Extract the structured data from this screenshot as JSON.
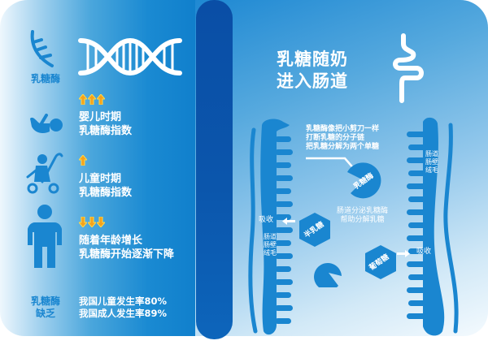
{
  "left": {
    "enzyme_label": "乳糖酶",
    "infant": {
      "line1": "婴儿时期",
      "line2": "乳糖酶指数",
      "arrows": 3,
      "direction": "up"
    },
    "child": {
      "line1": "儿童时期",
      "line2": "乳糖酶指数",
      "arrows": 1,
      "direction": "up"
    },
    "adult": {
      "line1": "随着年龄增长",
      "line2": "乳糖酶开始逐渐下降",
      "arrows": 3,
      "direction": "down"
    },
    "deficiency": {
      "label_line1": "乳糖酶",
      "label_line2": "缺乏",
      "stat1": "我国儿童发生率80%",
      "stat2": "我国成人发生率89%"
    }
  },
  "right": {
    "title_line1": "乳糖随奶",
    "title_line2": "进入肠道",
    "enzyme_note": {
      "line1": "乳糖酶像把小剪刀一样",
      "line2": "打断乳糖的分子链",
      "line3": "把乳糖分解为两个单糖"
    },
    "pacman_label": "乳糖酶",
    "secretion_note": {
      "line1": "肠道分泌乳糖酶",
      "line2": "帮助分解乳糖"
    },
    "left_wall": {
      "absorb": "吸收",
      "line1": "肠道",
      "line2": "肠壁",
      "line3": "绒毛"
    },
    "right_wall": {
      "absorb": "吸收",
      "line1": "肠道",
      "line2": "肠壁",
      "line3": "绒毛"
    },
    "galactose": "半乳糖",
    "glucose": "葡萄糖"
  },
  "colors": {
    "primary_blue": "#1a86d0",
    "dark_bar": "#0a4ea6",
    "arrow_orange": "#f5a21c",
    "arrow_yellow": "#ffd84a",
    "white": "#ffffff"
  }
}
